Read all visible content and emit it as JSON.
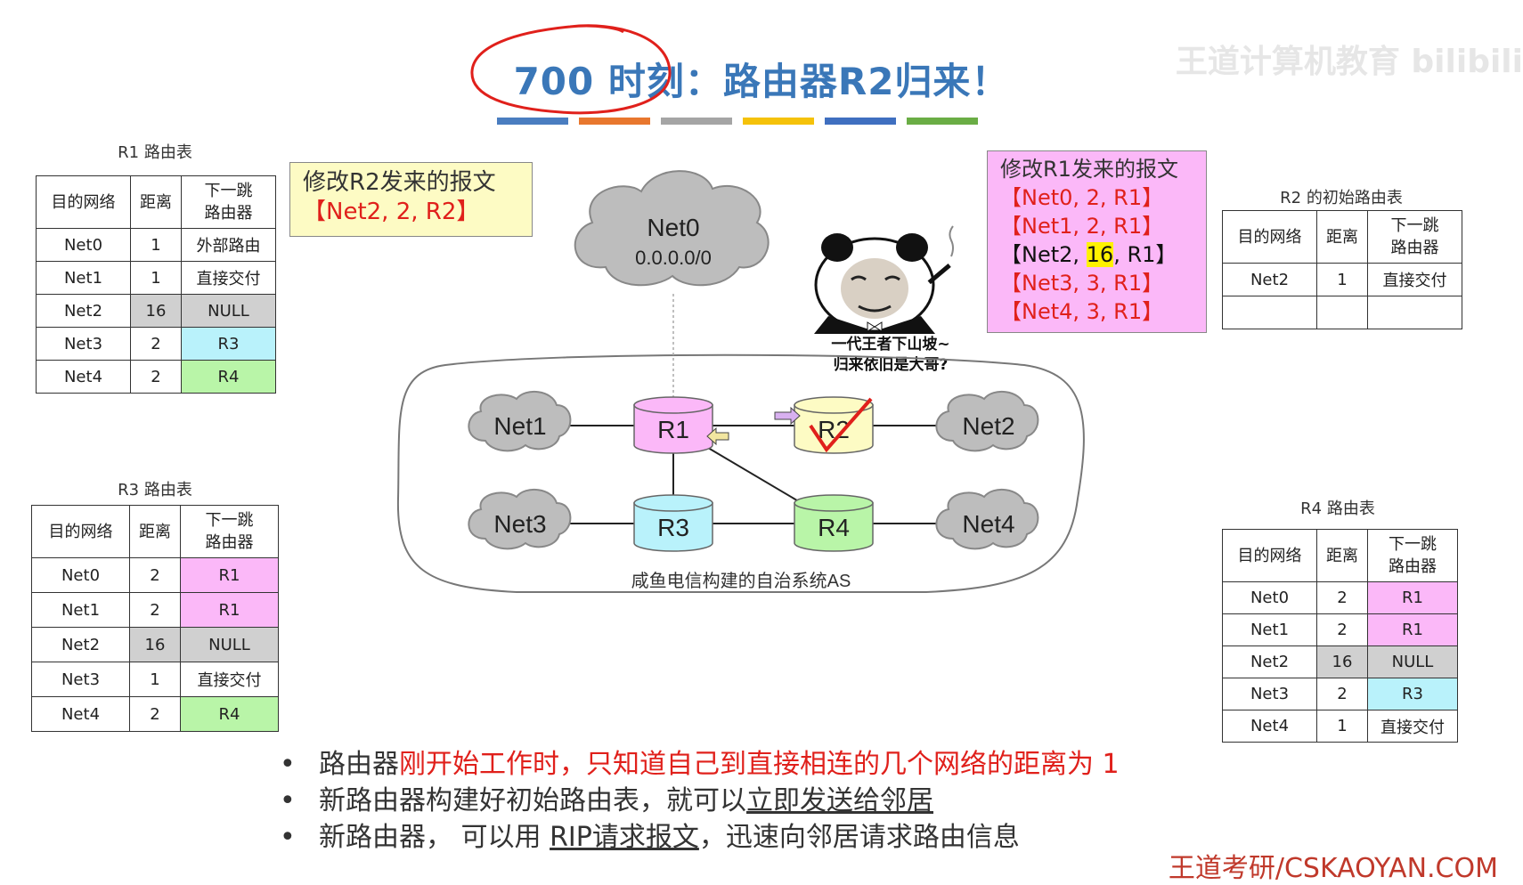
{
  "title": {
    "time": "700 时刻：",
    "text": "路由器R2归来！"
  },
  "color_bar": [
    "#4a7dc0",
    "#e8772e",
    "#a5a5a5",
    "#f5c20a",
    "#3f6fc0",
    "#6aad45"
  ],
  "watermark": "王道计算机教育 bilibili",
  "r1_table": {
    "caption": "R1 路由表",
    "headers": [
      "目的网络",
      "距离",
      "下一跳\n路由器"
    ],
    "rows": [
      [
        "Net0",
        "1",
        "外部路由"
      ],
      [
        "Net1",
        "1",
        "直接交付"
      ],
      [
        "Net2",
        "16",
        "NULL"
      ],
      [
        "Net3",
        "2",
        "R3"
      ],
      [
        "Net4",
        "2",
        "R4"
      ]
    ]
  },
  "r3_table": {
    "caption": "R3 路由表",
    "headers": [
      "目的网络",
      "距离",
      "下一跳\n路由器"
    ],
    "rows": [
      [
        "Net0",
        "2",
        "R1"
      ],
      [
        "Net1",
        "2",
        "R1"
      ],
      [
        "Net2",
        "16",
        "NULL"
      ],
      [
        "Net3",
        "1",
        "直接交付"
      ],
      [
        "Net4",
        "2",
        "R4"
      ]
    ]
  },
  "r2_table": {
    "caption": "R2 的初始路由表",
    "headers": [
      "目的网络",
      "距离",
      "下一跳\n路由器"
    ],
    "rows": [
      [
        "Net2",
        "1",
        "直接交付"
      ],
      [
        "",
        "",
        ""
      ]
    ]
  },
  "r4_table": {
    "caption": "R4 路由表",
    "headers": [
      "目的网络",
      "距离",
      "下一跳\n路由器"
    ],
    "rows": [
      [
        "Net0",
        "2",
        "R1"
      ],
      [
        "Net1",
        "2",
        "R1"
      ],
      [
        "Net2",
        "16",
        "NULL"
      ],
      [
        "Net3",
        "2",
        "R3"
      ],
      [
        "Net4",
        "1",
        "直接交付"
      ]
    ]
  },
  "note_r2": {
    "header": "修改R2发来的报文",
    "line": "【Net2, 2, R2】"
  },
  "note_r1": {
    "header": "修改R1发来的报文",
    "lines": [
      "【Net0, 2, R1】",
      "【Net1, 2, R1】"
    ],
    "net2_pre": "【Net2, ",
    "net2_hl": "16",
    "net2_post": ", R1】",
    "lines2": [
      "【Net3, 3, R1】",
      "【Net4, 3, R1】"
    ]
  },
  "meme_caption": [
    "一代王者下山坡~",
    "归来依旧是大哥?"
  ],
  "diagram": {
    "net0": {
      "name": "Net0",
      "addr": "0.0.0.0/0"
    },
    "nets": [
      "Net1",
      "Net2",
      "Net3",
      "Net4"
    ],
    "routers": [
      "R1",
      "R2",
      "R3",
      "R4"
    ],
    "as_label": "咸鱼电信构建的自治系统AS"
  },
  "bullets": {
    "b1_pre": "路由器",
    "b1_red": "刚开始工作时，只知道自己到直接相连的几个网络的距离为 1",
    "b2_pre": "新路由器构建好初始路由表，就可以",
    "b2_u": "立即发送给邻居",
    "b3_pre": "新路由器，  可以用 ",
    "b3_u": "RIP请求报文",
    "b3_post": "，迅速向邻居请求路由信息"
  },
  "footer": "王道考研/CSKAOYAN.COM"
}
